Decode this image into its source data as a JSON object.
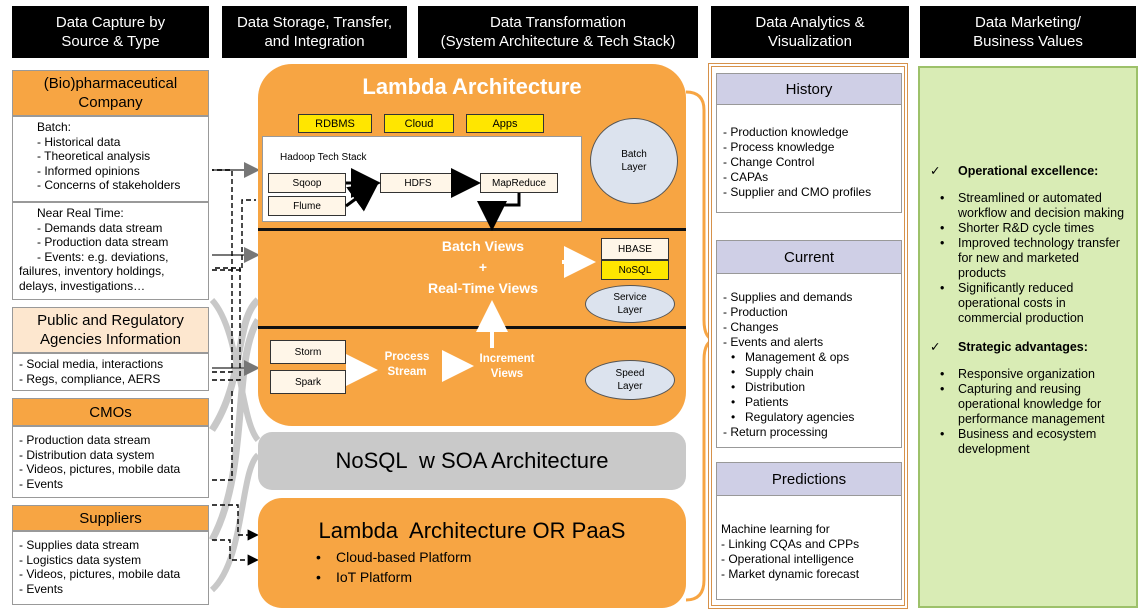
{
  "headers": [
    "Data Capture by\nSource & Type",
    "Data Storage, Transfer,\nand Integration",
    "Data Transformation\n(System Architecture & Tech Stack)",
    "Data Analytics &\nVisualization",
    "Data Marketing/\nBusiness Values"
  ],
  "sources": {
    "pharma": {
      "title": "(Bio)pharmaceutical\nCompany",
      "batch_title": "Batch:",
      "batch_items": [
        "Historical data",
        "Theoretical analysis",
        "Informed opinions",
        "Concerns of stakeholders"
      ],
      "nrt_title": "Near Real Time:",
      "nrt_items": [
        "Demands data stream",
        "Production data stream",
        "Events: e.g. deviations,"
      ],
      "nrt_cont": [
        "failures, inventory holdings,",
        "delays, investigations…"
      ]
    },
    "public": {
      "title": "Public and Regulatory\nAgencies Information",
      "items": [
        "Social media, interactions",
        "Regs, compliance, AERS"
      ]
    },
    "cmos": {
      "title": "CMOs",
      "items": [
        "Production data stream",
        "Distribution data system",
        "Videos, pictures, mobile data",
        "Events"
      ]
    },
    "suppliers": {
      "title": "Suppliers",
      "items": [
        "Supplies data stream",
        "Logistics data system",
        "Videos, pictures, mobile data",
        "Events"
      ]
    }
  },
  "lambda": {
    "title": "Lambda Architecture",
    "inputs": [
      "RDBMS",
      "Cloud",
      "Apps"
    ],
    "hadoop_label": "Hadoop Tech Stack",
    "sqoop": "Sqoop",
    "flume": "Flume",
    "hdfs": "HDFS",
    "mapreduce": "MapReduce",
    "batch_layer": "Batch\nLayer",
    "views": "Batch Views\n+\nReal-Time Views",
    "hbase": "HBASE",
    "nosql": "NoSQL",
    "service_layer": "Service\nLayer",
    "storm": "Storm",
    "spark": "Spark",
    "process_stream": "Process\nStream",
    "increment_views": "Increment\nViews",
    "speed_layer": "Speed\nLayer"
  },
  "nosql_soa": "NoSQL  w SOA Architecture",
  "paas": {
    "title": "Lambda  Architecture OR PaaS",
    "items": [
      "Cloud-based Platform",
      "IoT Platform"
    ]
  },
  "analytics": {
    "history": {
      "title": "History",
      "items": [
        "Production knowledge",
        "Process knowledge",
        "Change Control",
        "CAPAs",
        "Supplier and CMO profiles"
      ]
    },
    "current": {
      "title": "Current",
      "items_a": [
        "Supplies and demands",
        "Production",
        "Changes",
        "Events and alerts"
      ],
      "subs": [
        "Management & ops",
        "Supply chain",
        "Distribution",
        "Patients",
        "Regulatory agencies"
      ],
      "items_b": [
        "Return processing"
      ]
    },
    "predictions": {
      "title": "Predictions",
      "intro": "Machine learning for",
      "items": [
        "Linking CQAs and CPPs",
        "Operational intelligence",
        "Market dynamic forecast"
      ]
    }
  },
  "business": {
    "op_title": "Operational excellence:",
    "op_items": [
      "Streamlined or automated workflow and decision making",
      "Shorter R&D cycle times",
      "Improved technology transfer for new and marketed products",
      "Significantly reduced operational costs in commercial production"
    ],
    "st_title": "Strategic advantages:",
    "st_items": [
      "Responsive organization",
      "Capturing and reusing operational knowledge for performance management",
      "Business and ecosystem development"
    ]
  }
}
